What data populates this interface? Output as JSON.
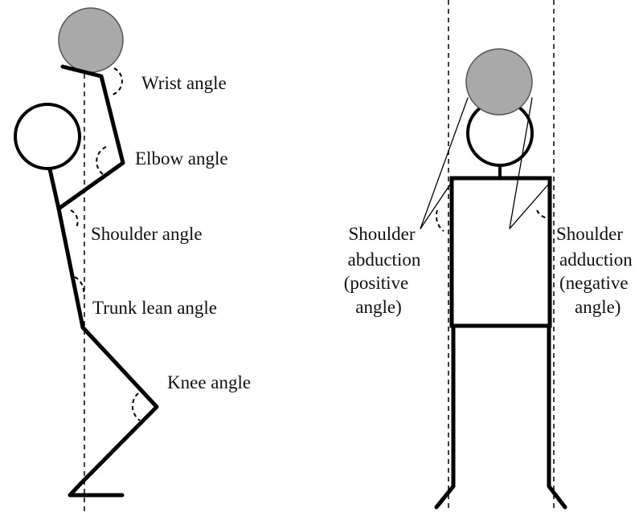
{
  "colors": {
    "stroke": "#000000",
    "weight_fill": "#a9a9a9",
    "background": "#ffffff"
  },
  "labels": {
    "wrist_angle": "Wrist angle",
    "elbow_angle": "Elbow angle",
    "shoulder_angle": "Shoulder angle",
    "trunk_lean_angle": "Trunk lean angle",
    "knee_angle": "Knee angle",
    "abduction_left": [
      "Shoulder",
      "abduction",
      "(positive",
      "angle)"
    ],
    "adduction_right": [
      "Shoulder",
      "adduction",
      "(negative",
      "angle)"
    ]
  }
}
